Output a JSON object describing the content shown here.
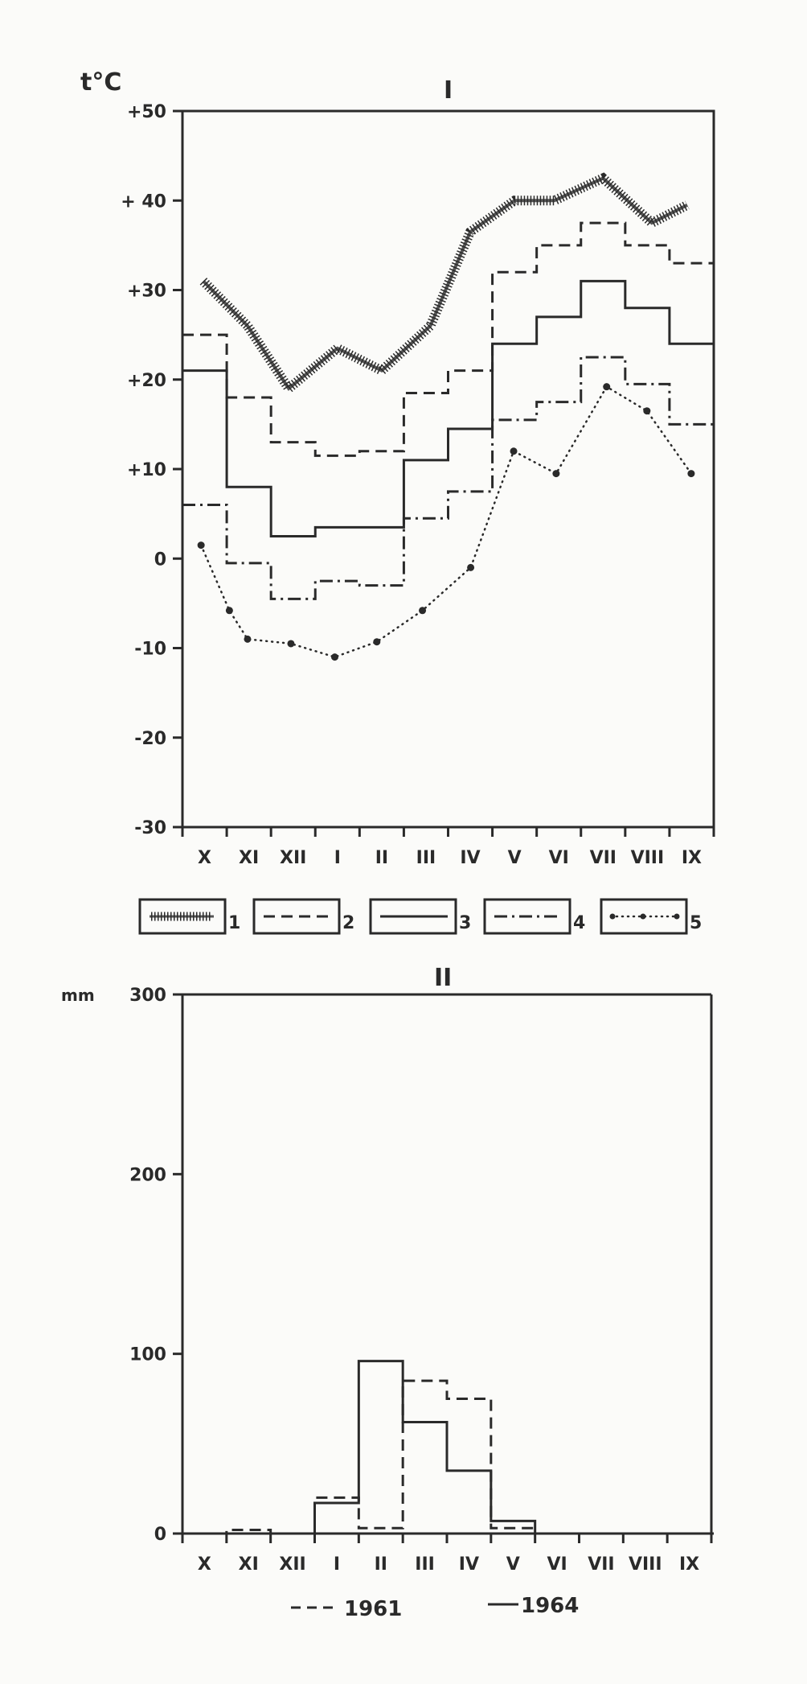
{
  "chart_data": [
    {
      "type": "line",
      "title": "I",
      "ylabel": "t°C",
      "xlabel": "",
      "ylim": [
        -30,
        50
      ],
      "yticks": [
        "+50",
        "+ 40",
        "+30",
        "+20",
        "+10",
        "0",
        "-10",
        "-20",
        "-30"
      ],
      "ytick_values": [
        50,
        40,
        30,
        20,
        10,
        0,
        -10,
        -20,
        -30
      ],
      "categories": [
        "X",
        "XI",
        "XII",
        "I",
        "II",
        "III",
        "IV",
        "V",
        "VI",
        "VII",
        "VIII",
        "IX"
      ],
      "grid": false,
      "legend": [
        "1",
        "2",
        "3",
        "4",
        "5"
      ],
      "series": [
        {
          "name": "1",
          "style": "hatched-line",
          "x": [
            0.47,
            1.47,
            2.4,
            3.5,
            4.5,
            5.6,
            6.5,
            7.5,
            8.4,
            9.5,
            10.6,
            11.4
          ],
          "values": [
            31,
            26,
            19,
            23.5,
            21,
            26,
            36.5,
            40,
            40,
            42.5,
            37.5,
            39.5
          ]
        },
        {
          "name": "2",
          "style": "dashed-step",
          "values": [
            25,
            18,
            13,
            11.5,
            12,
            18.5,
            21,
            32,
            35,
            37.5,
            35,
            33
          ]
        },
        {
          "name": "3",
          "style": "solid-step",
          "values": [
            21,
            8,
            2.5,
            3.5,
            3.5,
            11,
            14.5,
            24,
            27,
            31,
            28,
            24
          ]
        },
        {
          "name": "4",
          "style": "dashdot-step",
          "values": [
            6,
            -0.5,
            -4.5,
            -2.5,
            -3,
            4.5,
            7.5,
            15.5,
            17.5,
            22.5,
            19.5,
            15
          ]
        },
        {
          "name": "5",
          "style": "dotted-points",
          "x": [
            0.42,
            1.06,
            1.47,
            2.45,
            3.44,
            4.39,
            5.42,
            6.51,
            7.48,
            8.44,
            9.58,
            10.49,
            11.49
          ],
          "values": [
            1.5,
            -5.8,
            -9,
            -9.5,
            -11,
            -9.3,
            -5.8,
            -1,
            12,
            9.5,
            19.2,
            16.5,
            9.5
          ]
        }
      ]
    },
    {
      "type": "line",
      "title": "II",
      "ylabel": "mm",
      "xlabel": "",
      "ylim": [
        0,
        300
      ],
      "yticks": [
        "300",
        "200",
        "100",
        "0"
      ],
      "ytick_values": [
        300,
        200,
        100,
        0
      ],
      "categories": [
        "X",
        "XI",
        "XII",
        "I",
        "II",
        "III",
        "IV",
        "V",
        "VI",
        "VII",
        "VIII",
        "IX"
      ],
      "grid": false,
      "legend": [
        "1961",
        "1964"
      ],
      "series": [
        {
          "name": "1961",
          "style": "dashed-step",
          "values": [
            0,
            2,
            0,
            20,
            3,
            85,
            75,
            3,
            0,
            0,
            0,
            0
          ]
        },
        {
          "name": "1964",
          "style": "solid-step",
          "values": [
            0,
            0,
            0,
            17,
            96,
            62,
            35,
            7,
            0,
            0,
            0,
            0
          ]
        }
      ]
    }
  ]
}
